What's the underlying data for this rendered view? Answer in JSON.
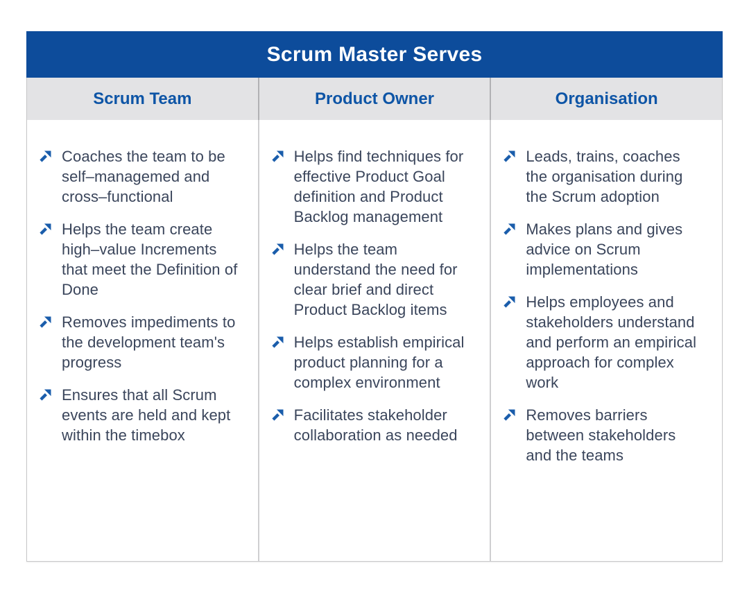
{
  "title": "Scrum Master Serves",
  "columns": [
    {
      "header": "Scrum Team",
      "items": [
        "Coaches the team to be self–managemed and cross–functional",
        "Helps the team create high–value Increments that meet the Definition of Done",
        "Removes impediments to the development team's progress",
        "Ensures that all Scrum events are held and kept within the timebox"
      ]
    },
    {
      "header": "Product Owner",
      "items": [
        "Helps find techniques for effective Product Goal definition and Product Backlog management",
        "Helps the team understand the need for clear brief and direct Product Backlog items",
        "Helps establish empirical product planning for a complex environment",
        "Facilitates stakeholder collaboration as needed"
      ]
    },
    {
      "header": "Organisation",
      "items": [
        "Leads, trains, coaches the organisation during the Scrum adoption",
        "Makes plans and gives advice on Scrum implementations",
        "Helps employees and stakeholders understand and perform an empirical approach for complex work",
        "Removes barriers between stakeholders and the teams"
      ]
    }
  ],
  "icons": {
    "bullet": "arrow-up-right-icon"
  },
  "colors": {
    "title_bar_blue": "#0d4c9b",
    "header_background": "#e3e3e5",
    "header_text_blue": "#0e55a6",
    "body_text": "#3a455b",
    "arrow_blue": "#1a5dab",
    "border_gray": "#c7c7c9"
  }
}
